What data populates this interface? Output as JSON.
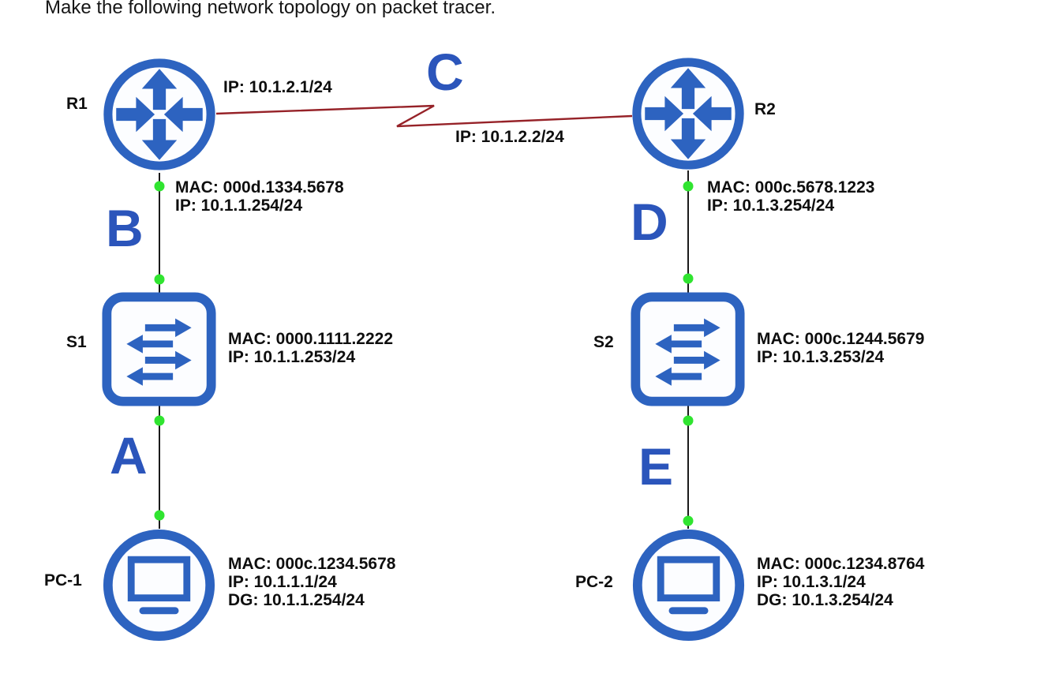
{
  "title": "Make the following network topology on packet tracer.",
  "colors": {
    "device_blue": "#2d63c0",
    "letter_blue": "#2b55bb",
    "serial_red": "#962228",
    "port_green": "#30e430",
    "cable_black": "#1b1b1b",
    "text_black": "#0e0e0e"
  },
  "devices": {
    "r1": {
      "label": "R1",
      "icon": "router-icon",
      "info": [
        "MAC: 000d.1334.5678",
        "IP: 10.1.1.254/24"
      ]
    },
    "r2": {
      "label": "R2",
      "icon": "router-icon",
      "info": [
        "MAC: 000c.5678.1223",
        "IP: 10.1.3.254/24"
      ]
    },
    "s1": {
      "label": "S1",
      "icon": "switch-icon",
      "info": [
        "MAC: 0000.1111.2222",
        "IP: 10.1.1.253/24"
      ]
    },
    "s2": {
      "label": "S2",
      "icon": "switch-icon",
      "info": [
        "MAC: 000c.1244.5679",
        "IP: 10.1.3.253/24"
      ]
    },
    "pc1": {
      "label": "PC-1",
      "icon": "pc-icon",
      "info": [
        "MAC: 000c.1234.5678",
        "IP: 10.1.1.1/24",
        "DG: 10.1.1.254/24"
      ]
    },
    "pc2": {
      "label": "PC-2",
      "icon": "pc-icon",
      "info": [
        "MAC: 000c.1234.8764",
        "IP: 10.1.3.1/24",
        "DG: 10.1.3.254/24"
      ]
    }
  },
  "links": {
    "a": {
      "label": "A",
      "from": "PC-1",
      "to": "S1"
    },
    "b": {
      "label": "B",
      "from": "S1",
      "to": "R1"
    },
    "c": {
      "label": "C",
      "from": "R1",
      "to": "R2",
      "r1_ip": "IP: 10.1.2.1/24",
      "r2_ip": "IP: 10.1.2.2/24"
    },
    "d": {
      "label": "D",
      "from": "R2",
      "to": "S2"
    },
    "e": {
      "label": "E",
      "from": "S2",
      "to": "PC-2"
    }
  }
}
